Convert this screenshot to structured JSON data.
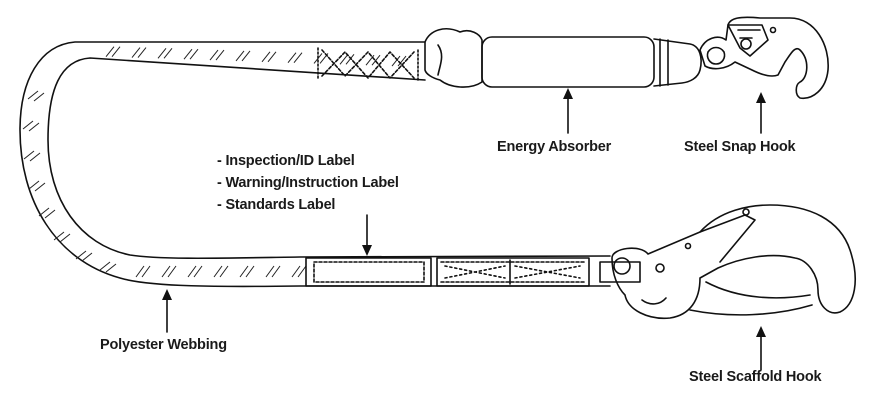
{
  "labels": {
    "energy_absorber": "Energy Absorber",
    "steel_snap_hook": "Steel Snap Hook",
    "label_list": [
      "- Inspection/ID Label",
      "- Warning/Instruction Label",
      "- Standards Label"
    ],
    "polyester_webbing": "Polyester Webbing",
    "steel_scaffold_hook": "Steel Scaffold Hook"
  },
  "colors": {
    "line": "#111111",
    "background": "#ffffff"
  }
}
